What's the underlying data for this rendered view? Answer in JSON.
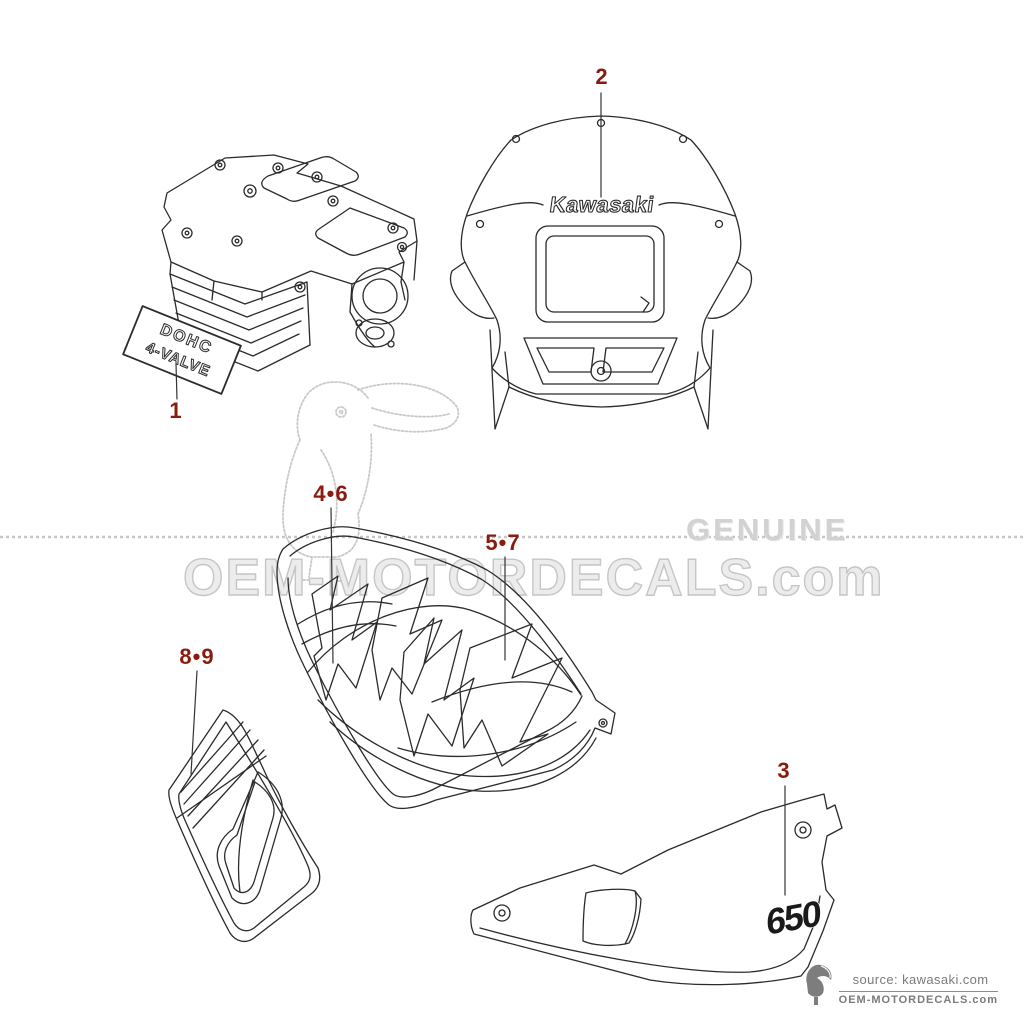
{
  "diagram": {
    "labels": {
      "part1": "1",
      "part2": "2",
      "part3": "3",
      "part4_6": "4•6",
      "part5_7": "5•7",
      "part8_9": "8•9"
    },
    "decals": {
      "cylinder_head_line1": "DOHC",
      "cylinder_head_line2": "4-VALVE",
      "cowling": "Kawasaki",
      "side_cover": "650"
    }
  },
  "watermark": {
    "genuine": "GENUINE",
    "site": "OEM-MOTORDECALS.com"
  },
  "footer": {
    "source": "source: kawasaki.com",
    "site": "OEM-MOTORDECALS.com"
  },
  "colors": {
    "label_red": "#8a1c0f",
    "line_ink": "#2b2b2b",
    "watermark_gray": "#c6c6c6"
  }
}
